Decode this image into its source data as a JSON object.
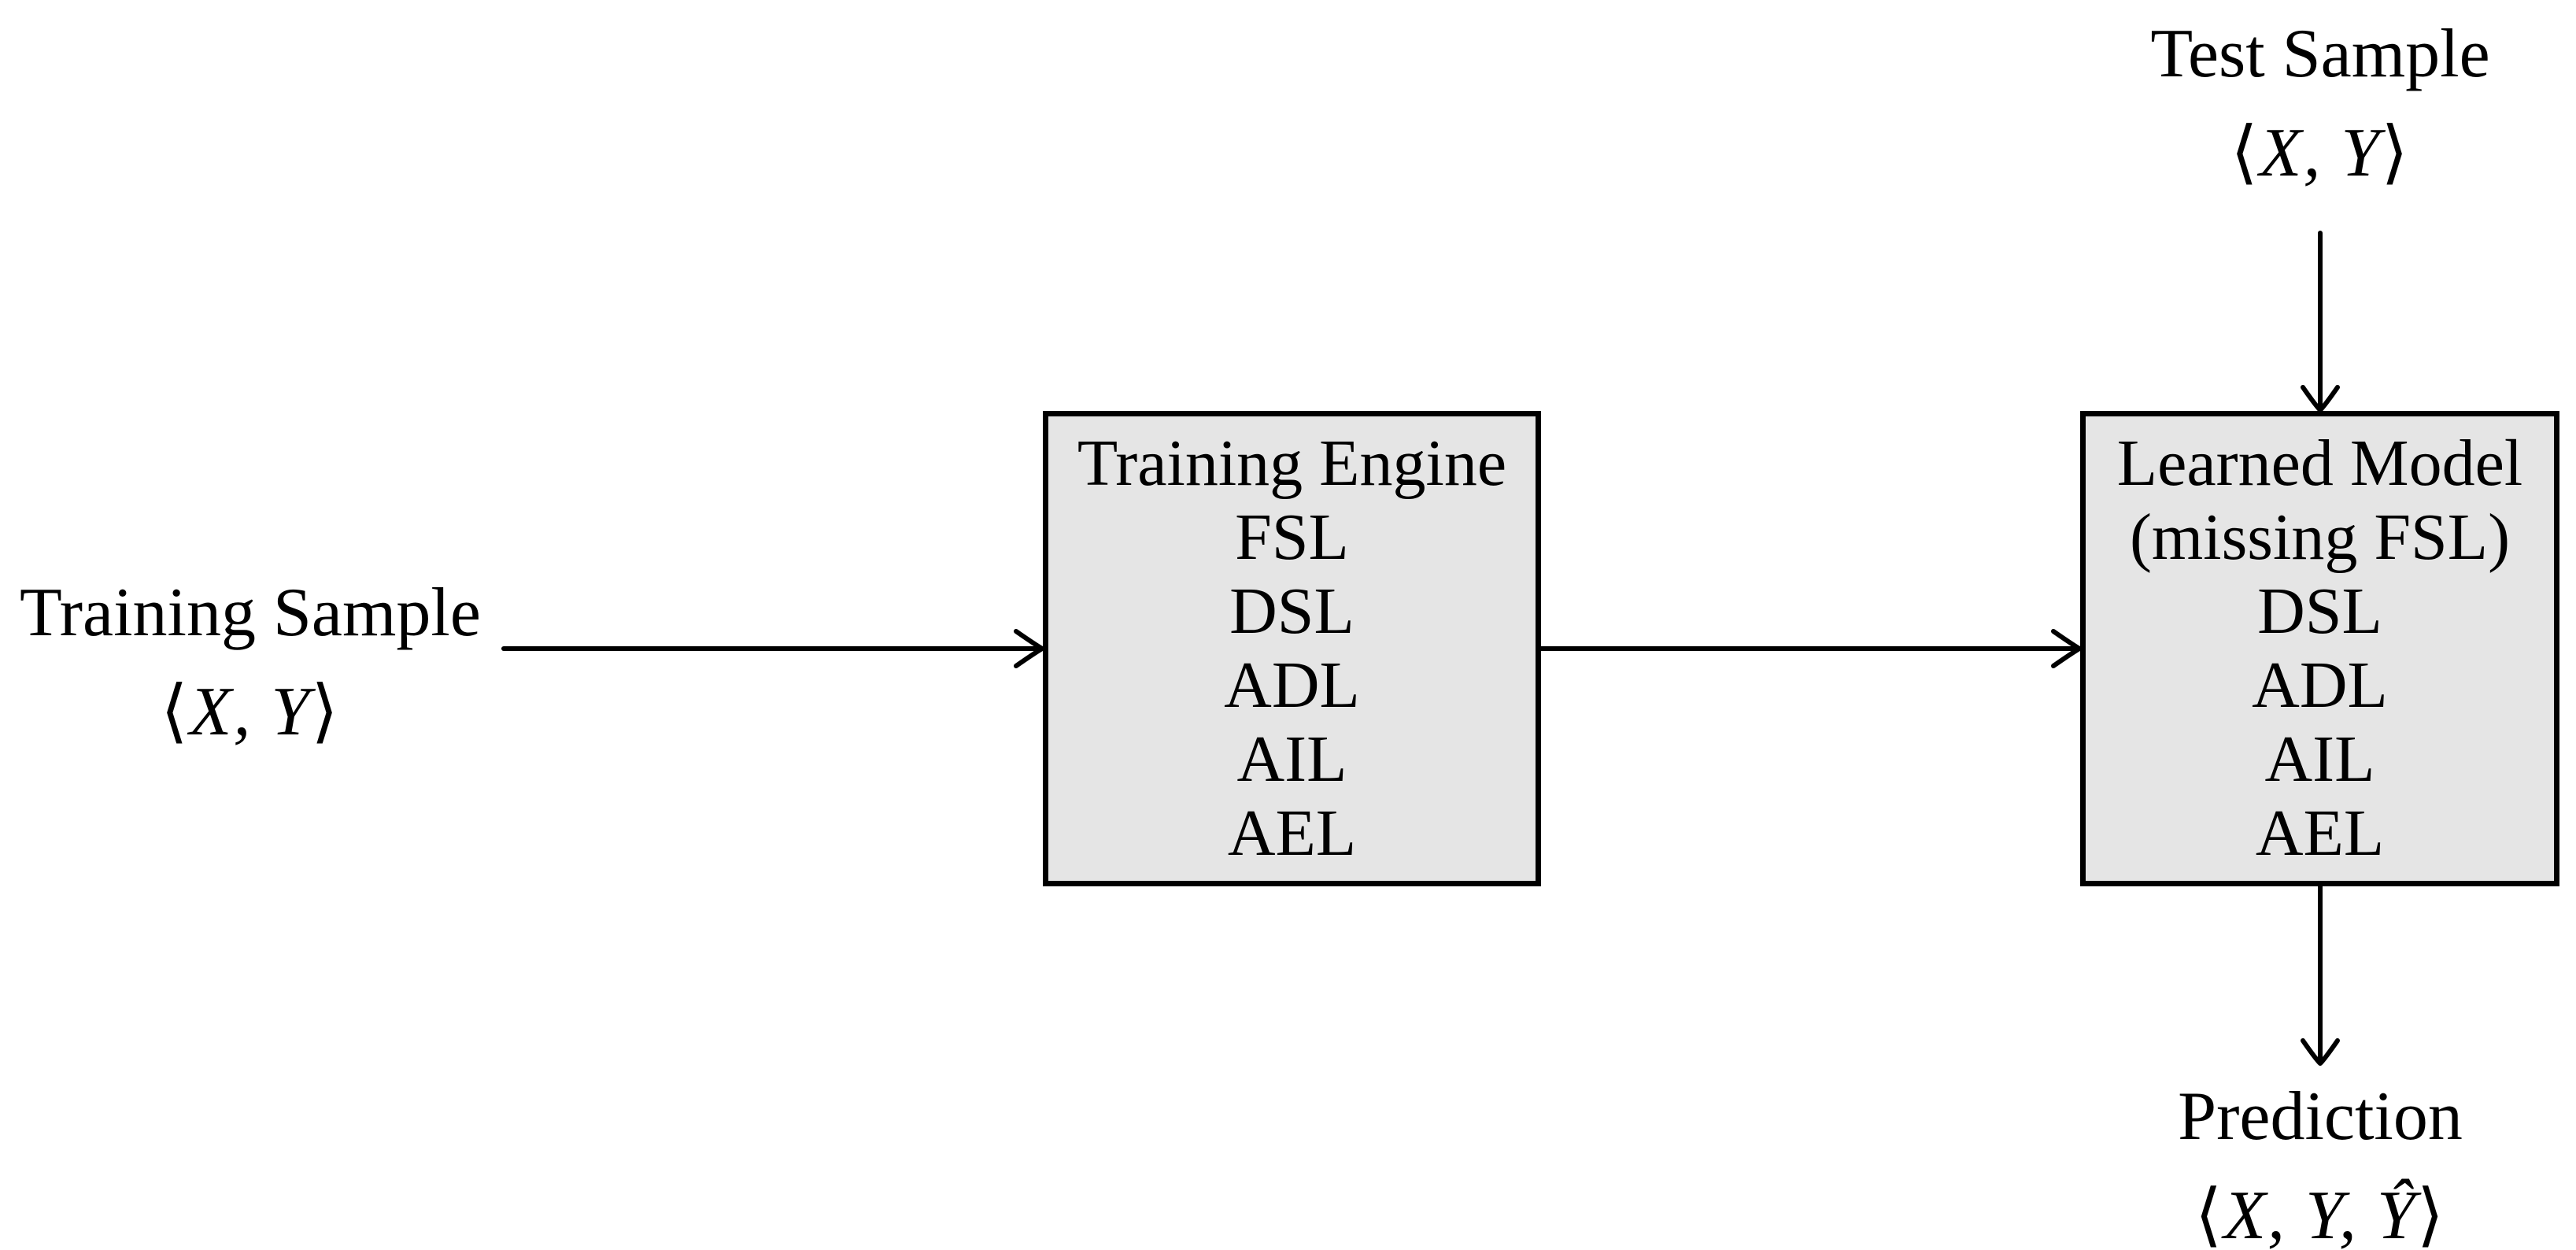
{
  "colors": {
    "background": "#ffffff",
    "box_fill": "#e5e5e5",
    "box_border": "#000000",
    "line_color": "#000000",
    "text_color": "#000000"
  },
  "nodes": {
    "training_sample": {
      "title": "Training Sample",
      "tuple": {
        "open": "⟨",
        "vars": "X, Y",
        "close": "⟩"
      }
    },
    "test_sample": {
      "title": "Test Sample",
      "tuple": {
        "open": "⟨",
        "vars": "X, Y",
        "close": "⟩"
      }
    },
    "prediction": {
      "title": "Prediction",
      "tuple": {
        "open": "⟨",
        "vars": "X, Y, Ŷ",
        "close": "⟩"
      }
    },
    "training_engine": {
      "lines": [
        "Training Engine",
        "FSL",
        "DSL",
        "ADL",
        "AIL",
        "AEL"
      ]
    },
    "learned_model": {
      "lines": [
        "Learned Model",
        "(missing FSL)",
        "DSL",
        "ADL",
        "AIL",
        "AEL"
      ]
    }
  },
  "edges": [
    {
      "from": "Training Sample",
      "to": "Training Engine"
    },
    {
      "from": "Training Engine",
      "to": "Learned Model"
    },
    {
      "from": "Test Sample",
      "to": "Learned Model"
    },
    {
      "from": "Learned Model",
      "to": "Prediction"
    }
  ]
}
